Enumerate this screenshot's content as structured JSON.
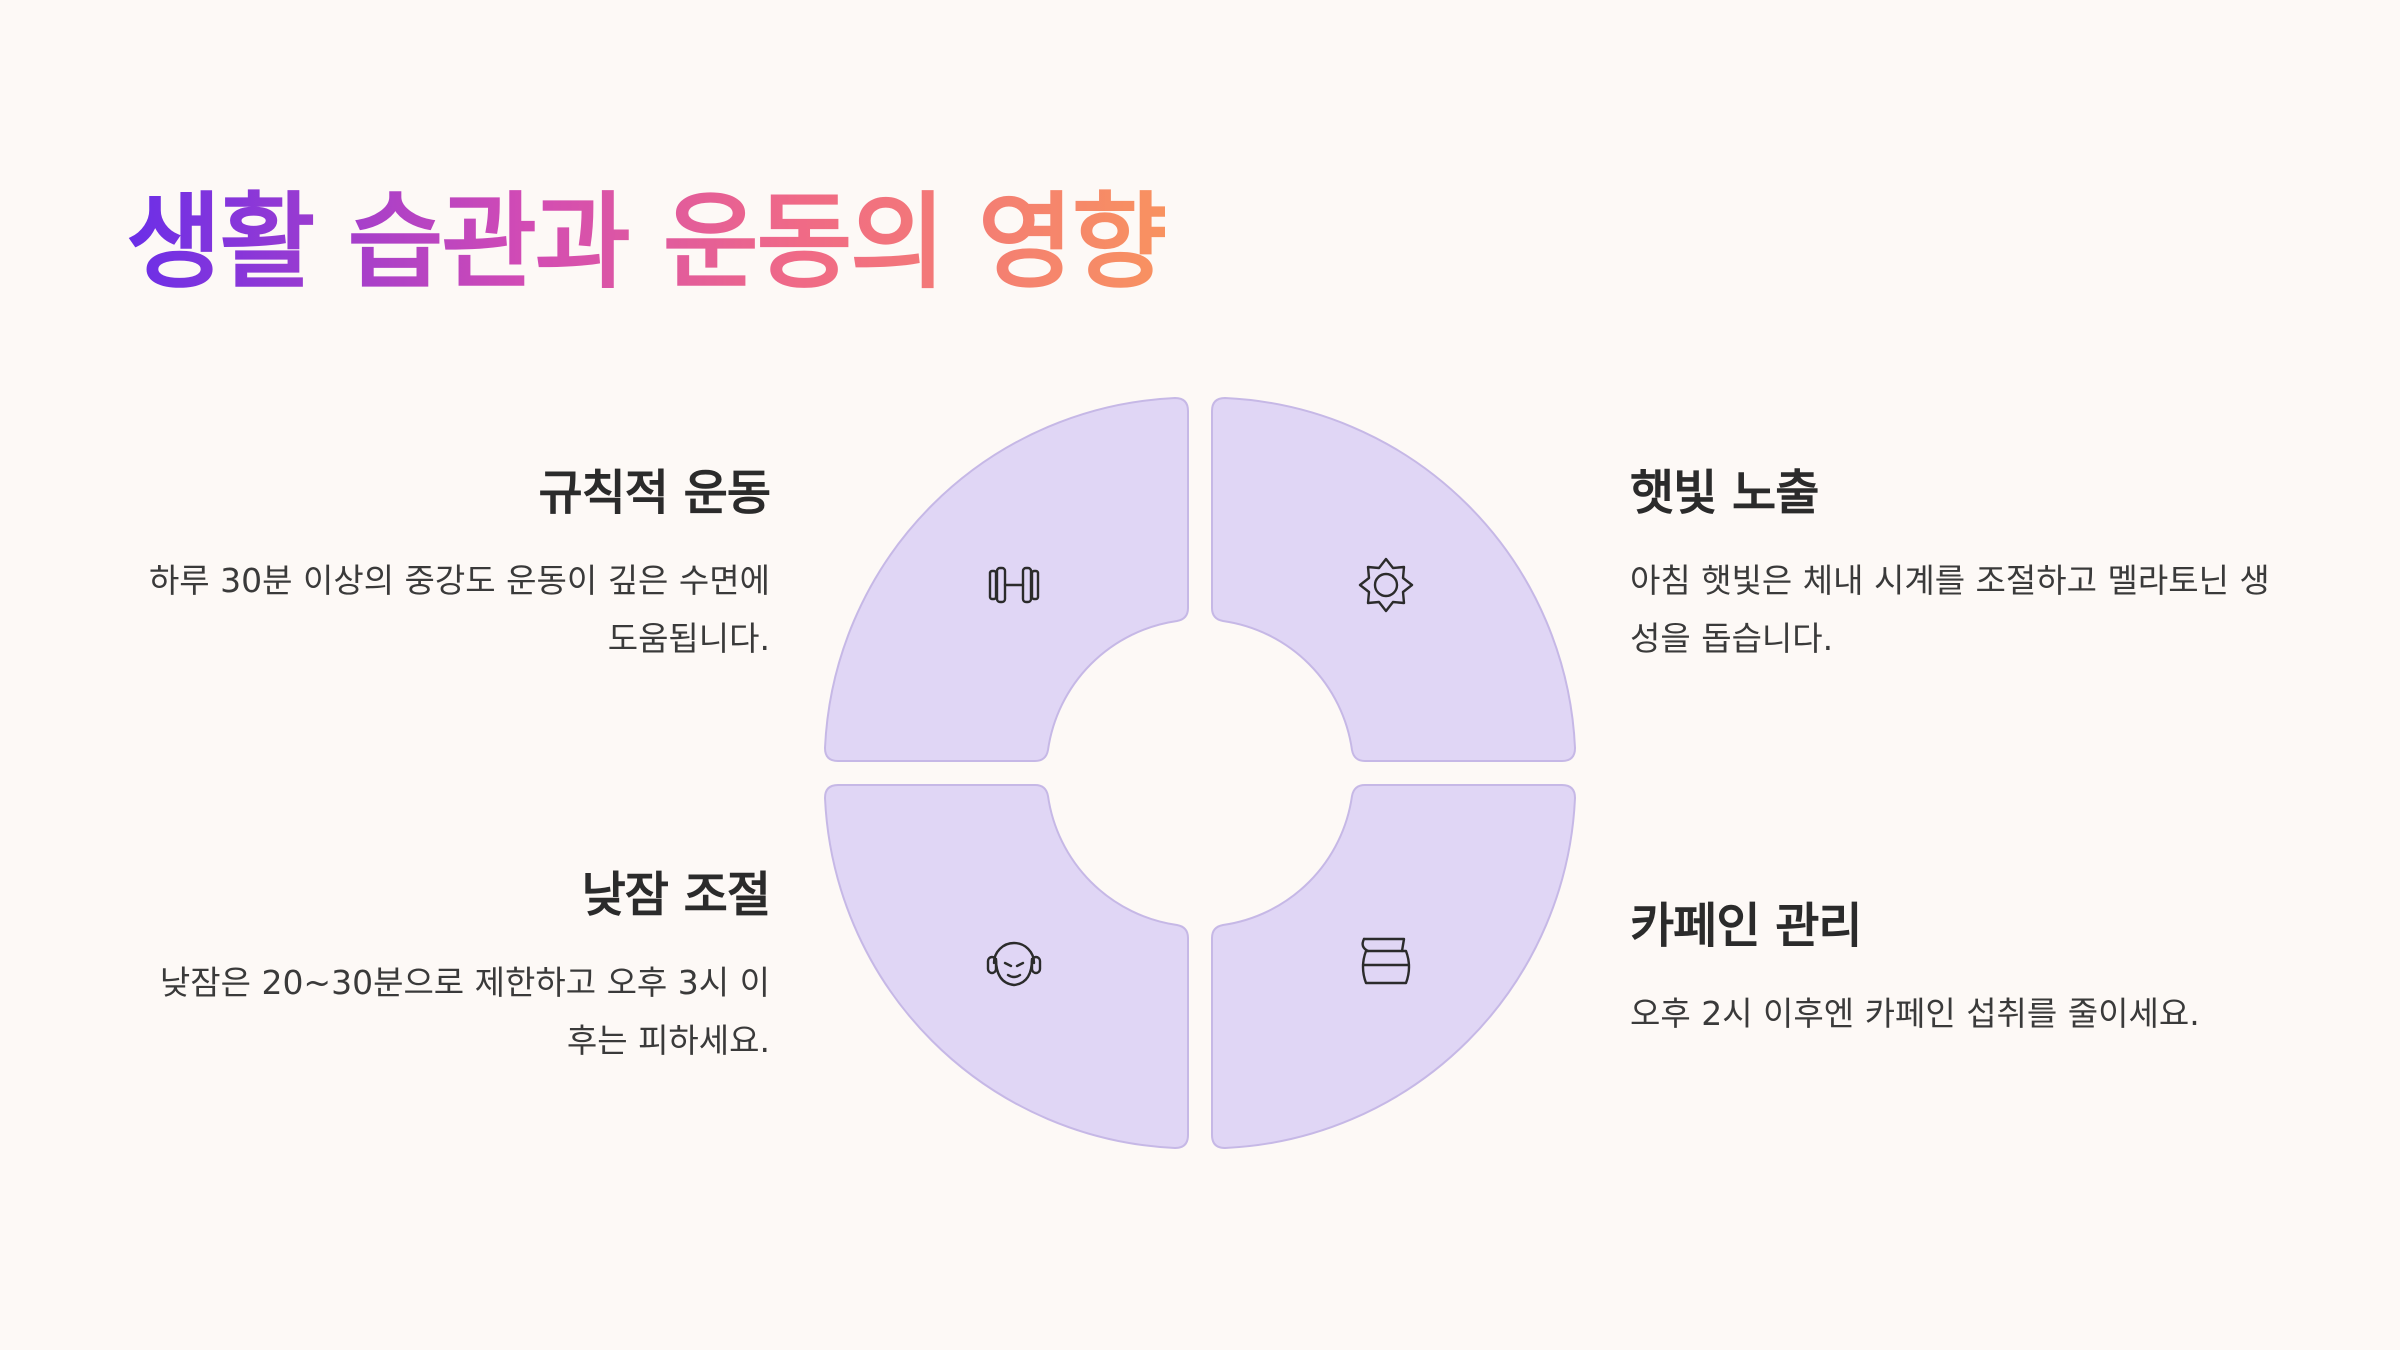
{
  "title": "생활 습관과 운동의 영향",
  "items": [
    {
      "title": "규칙적 운동",
      "description": "하루 30분 이상의 중강도 운동이 깊은 수면에 도움됩니다.",
      "icon": "dumbbell-icon"
    },
    {
      "title": "햇빛 노출",
      "description": "아침 햇빛은 체내 시계를 조절하고 멜라토닌 생성을 돕습니다.",
      "icon": "sun-icon"
    },
    {
      "title": "낮잠 조절",
      "description": "낮잠은 20~30분으로 제한하고 오후 3시 이후는 피하세요.",
      "icon": "headphones-face-icon"
    },
    {
      "title": "카페인 관리",
      "description": "오후 2시 이후엔 카페인 섭취를 줄이세요.",
      "icon": "coffee-pot-icon"
    }
  ],
  "colors": {
    "background": "#fdf9f6",
    "segment_fill": "#e0d6f5",
    "segment_stroke": "#c6b8e6",
    "title_gradient": [
      "#6a2ee8",
      "#d14bb5",
      "#f06a86",
      "#f89260"
    ]
  }
}
